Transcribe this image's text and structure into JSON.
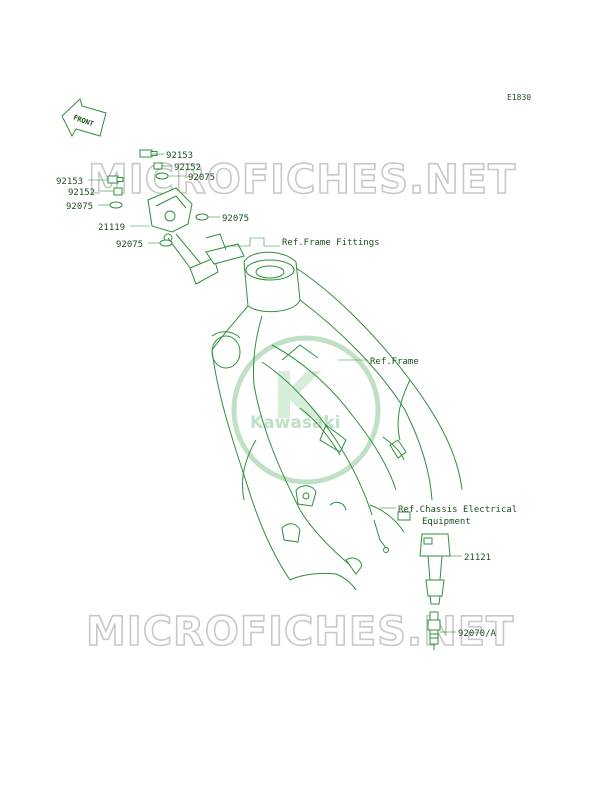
{
  "diagram_code": "E1830",
  "front_label": "FRONT",
  "watermark_text": "MICROFICHES.NET",
  "logo_text": "Kawasaki",
  "colors": {
    "linework": "#2f8f3a",
    "text": "#1f4f1f",
    "watermark": "#c8c8c8",
    "logo": "#bfe0c4"
  },
  "parts": {
    "p92153a": "92153",
    "p92152a": "92152",
    "p92075a": "92075",
    "p92153b": "92153",
    "p92152b": "92152",
    "p92075b": "92075",
    "p92075c": "92075",
    "p21119": "21119",
    "p92075d": "92075",
    "p21121": "21121",
    "p92070": "92070/A"
  },
  "refs": {
    "frame_fittings": "Ref.Frame Fittings",
    "frame": "Ref.Frame",
    "chassis_line1": "Ref.Chassis Electrical",
    "chassis_line2": "Equipment"
  }
}
